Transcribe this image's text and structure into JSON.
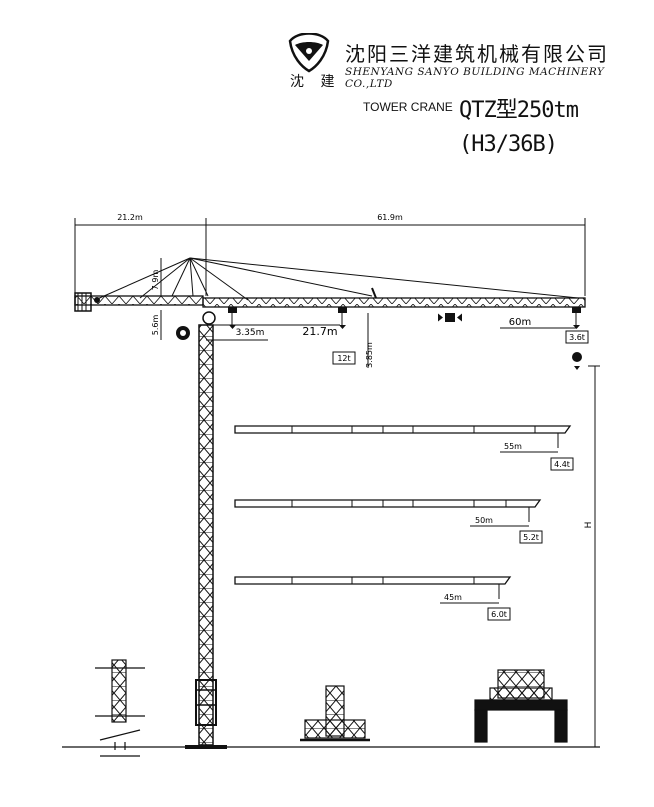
{
  "header": {
    "logo_chars": "沈 建",
    "company_cn": "沈阳三洋建筑机械有限公司",
    "company_en": "SHENYANG SANYO BUILDING MACHINERY CO.,LTD",
    "product_type": "TOWER CRANE",
    "model": "QTZ型250tm",
    "model_code": "(H3/36B)"
  },
  "main_crane": {
    "counter_jib_length": "21.2m",
    "jib_length": "61.9m",
    "top_height": "7.9m",
    "cab_height": "5.6m",
    "min_radius": "3.35m",
    "max_load_radius": "21.7m",
    "max_load": "12t",
    "trolley_clearance": "3.85m",
    "tip_radius": "60m",
    "tip_load": "3.6t",
    "height_label": "H"
  },
  "jib_options": [
    {
      "radius": "55m",
      "load": "4.4t"
    },
    {
      "radius": "50m",
      "load": "5.2t"
    },
    {
      "radius": "45m",
      "load": "6.0t"
    }
  ],
  "colors": {
    "line": "#111111",
    "background": "#ffffff"
  }
}
